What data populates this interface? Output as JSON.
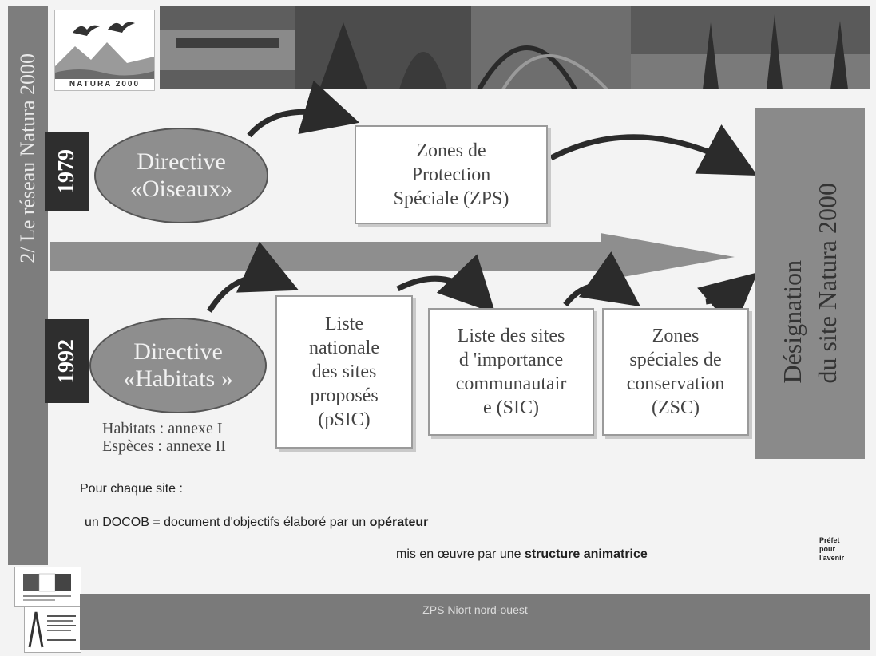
{
  "sidebar": {
    "title": "2/ Le réseau Natura 2000"
  },
  "years": {
    "y1979": "1979",
    "y1992": "1992"
  },
  "logo": {
    "caption": "NATURA 2000"
  },
  "directive_oiseaux": {
    "line1": "Directive",
    "line2": "«Oiseaux»"
  },
  "directive_habitats": {
    "line1": "Directive",
    "line2": "«Habitats »"
  },
  "annex": {
    "habitats": "Habitats : annexe I",
    "especes": "Espèces : annexe II"
  },
  "zps_box": {
    "line1": "Zones de",
    "line2": "Protection",
    "line3": "Spéciale (ZPS)"
  },
  "psic_box": {
    "line1": "Liste",
    "line2": "nationale",
    "line3": "des sites",
    "line4": "proposés",
    "line5": "(pSIC)"
  },
  "sic_box": {
    "line1": "Liste des sites",
    "line2": "d 'importance",
    "line3": "communautair",
    "line4": "e (SIC)"
  },
  "zsc_box": {
    "line1": "Zones",
    "line2": "spéciales de",
    "line3": "conservation",
    "line4": "(ZSC)"
  },
  "designation": {
    "line1": "Désignation",
    "line2": "du site Natura 2000"
  },
  "text": {
    "intro": "Pour chaque site :",
    "docob_prefix": "un DOCOB = document d'objectifs élaboré par un ",
    "docob_bold": "opérateur",
    "impl_prefix": "mis en œuvre par une ",
    "impl_bold": "structure animatrice"
  },
  "right_logo": {
    "line1": "Préfet",
    "line2": "pour",
    "line3": "l'avenir"
  },
  "footer": {
    "text": "ZPS Niort nord-ouest"
  },
  "colors": {
    "arrow": "#2b2b2b",
    "main_arrow": "#8e8e8e",
    "ellipse": "#8e8e8e",
    "sidebar": "#7d7d7d"
  }
}
